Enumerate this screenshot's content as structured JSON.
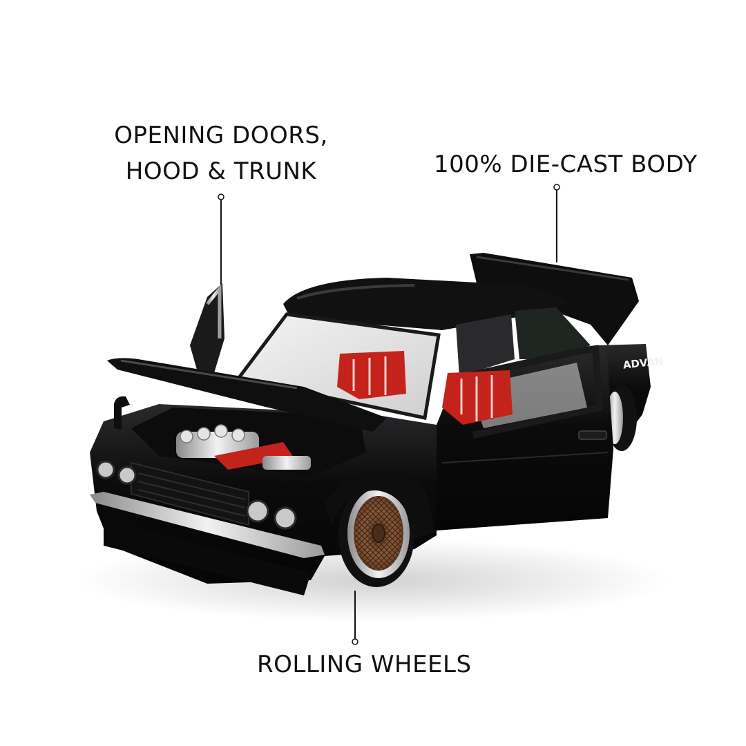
{
  "callouts": {
    "doors": {
      "line1": "OPENING DOORS,",
      "line2": "HOOD & TRUNK"
    },
    "body": {
      "text": "100% DIE-CAST BODY"
    },
    "wheels": {
      "text": "ROLLING WHEELS"
    }
  },
  "car": {
    "livery_text": "ADVAN",
    "body_color": "#0b0b0c",
    "interior_color": "#c4231c",
    "wheel_color": "#8a5a3a",
    "chrome_color": "#d9d9d9"
  }
}
